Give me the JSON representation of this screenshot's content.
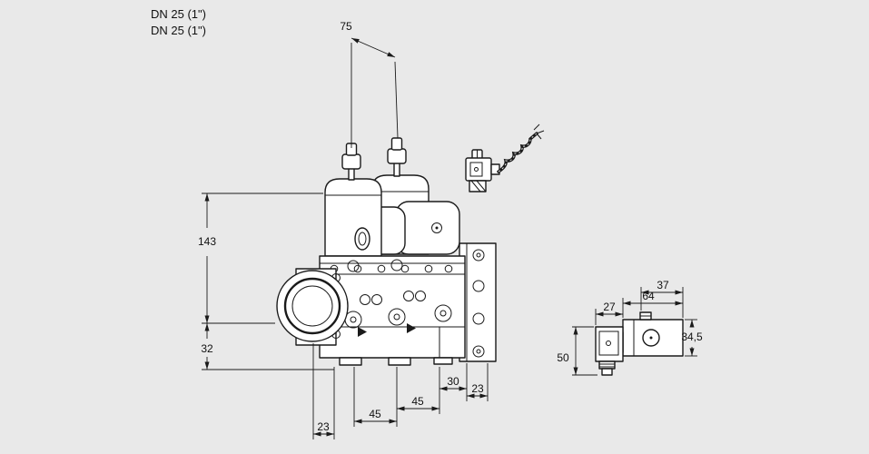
{
  "connection_labels": {
    "line1": "DN 25 (1\")",
    "line2": "DN 25 (1\")"
  },
  "front_view_dimensions": {
    "solenoid_spacing": "75",
    "height_to_center": "143",
    "center_to_bottom": "32",
    "bottom_offset_left": "23",
    "bottom_span_1": "45",
    "bottom_span_2": "45",
    "bottom_span_3": "30",
    "bottom_offset_right": "23"
  },
  "side_view_dimensions": {
    "connector_width": "27",
    "body_width": "64",
    "top_width": "37",
    "body_height": "34,5",
    "connector_height": "50"
  },
  "colors": {
    "background": "#e9e9e9",
    "line": "#1a1a1a",
    "fill": "#ffffff"
  }
}
